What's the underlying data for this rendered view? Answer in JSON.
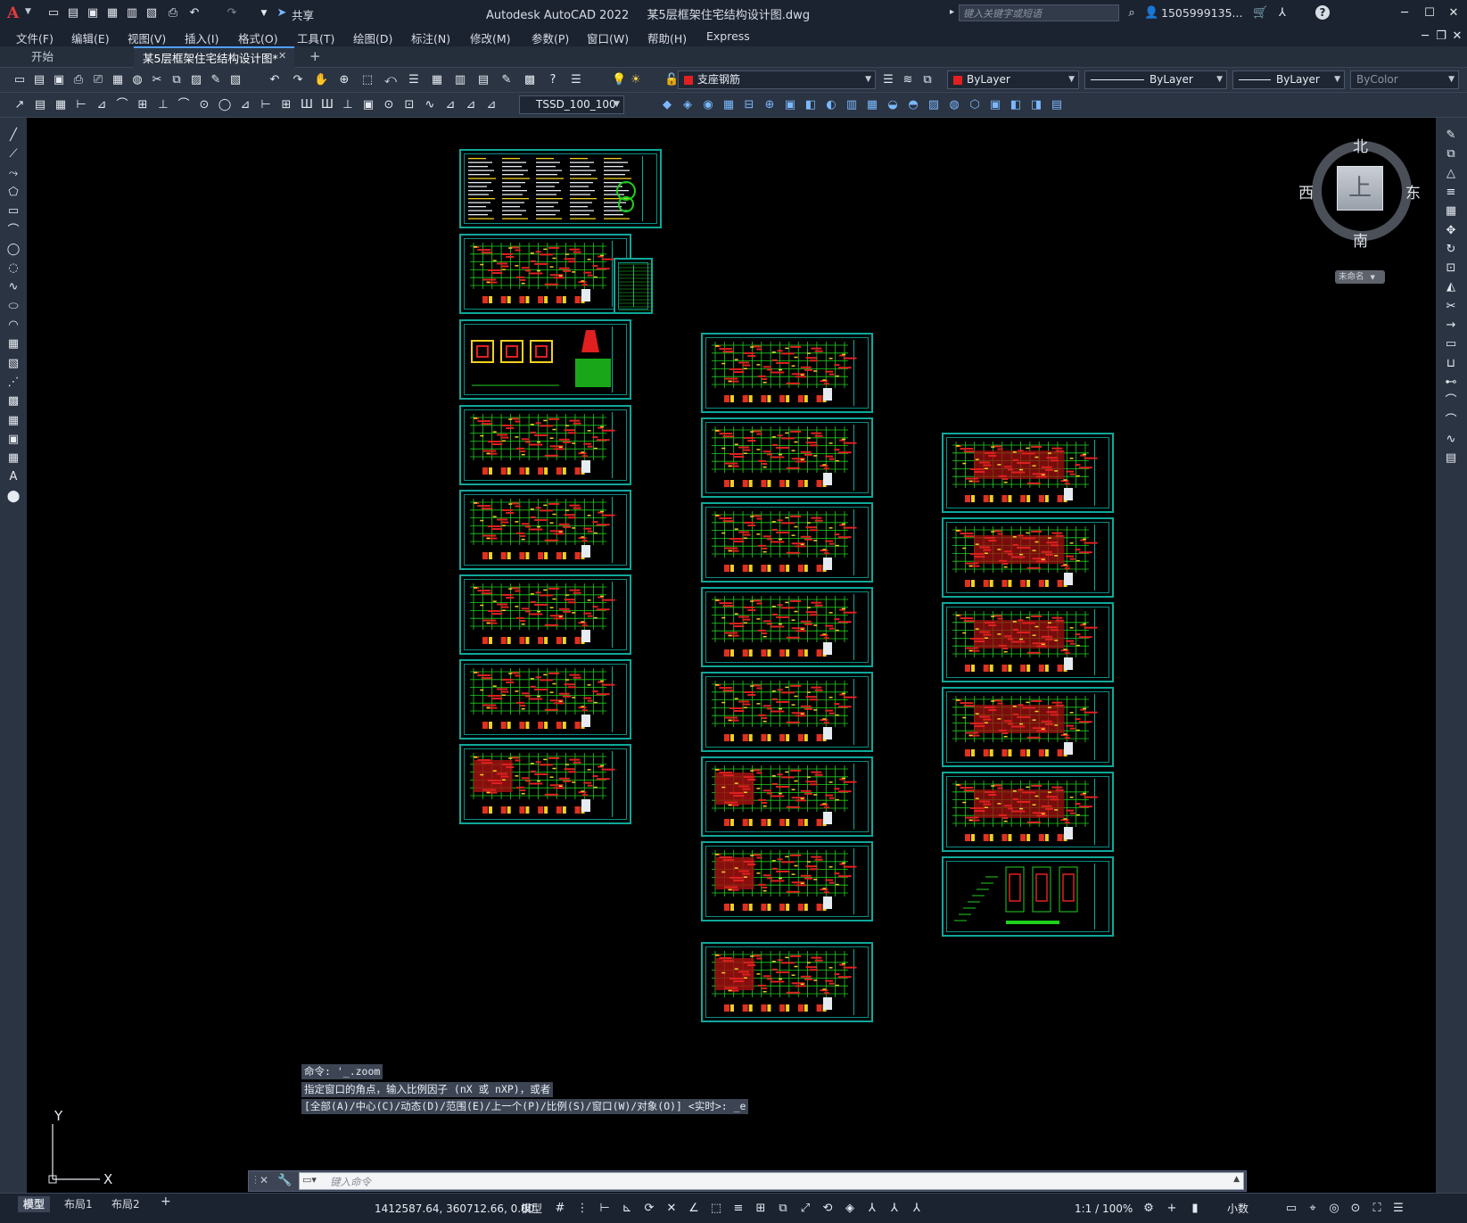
{
  "app": {
    "title": "Autodesk AutoCAD 2022",
    "filename": "某5层框架住宅结构设计图.dwg",
    "search_placeholder": "键入关键字或短语",
    "user": "1505999135...",
    "share_label": "共享"
  },
  "menu": [
    "文件(F)",
    "编辑(E)",
    "视图(V)",
    "插入(I)",
    "格式(O)",
    "工具(T)",
    "绘图(D)",
    "标注(N)",
    "修改(M)",
    "参数(P)",
    "窗口(W)",
    "帮助(H)",
    "Express"
  ],
  "tabs": {
    "start": "开始",
    "active": "某5层框架住宅结构设计图*",
    "close": "✕",
    "add": "+"
  },
  "toolbar": {
    "layer": "支座钢筋",
    "color": "ByLayer",
    "linetype": "ByLayer",
    "lineweight": "ByLayer",
    "plotstyle": "ByColor",
    "dimstyle": "TSSD_100_100"
  },
  "viewcube": {
    "north": "北",
    "south": "南",
    "east": "东",
    "west": "西",
    "face": "上",
    "wcs": "未命名"
  },
  "ucs": {
    "x": "X",
    "y": "Y"
  },
  "command": {
    "history": [
      "命令: '_.zoom",
      "指定窗口的角点，输入比例因子 (nX 或 nXP)，或者",
      "[全部(A)/中心(C)/动态(D)/范围(E)/上一个(P)/比例(S)/窗口(W)/对象(O)] <实时>: _e"
    ],
    "placeholder": "键入命令"
  },
  "layout_tabs": [
    "模型",
    "布局1",
    "布局2"
  ],
  "status": {
    "coords": "1412587.64, 360712.66, 0.00",
    "space": "模型",
    "scale": "1:1 / 100%",
    "units": "小数"
  },
  "colors": {
    "sheet_border": "#0fa89a",
    "grid_line": "#1fd11f",
    "beam_red": "#e02020",
    "canvas_bg": "#000000",
    "chrome_bg": "#1c2330"
  }
}
